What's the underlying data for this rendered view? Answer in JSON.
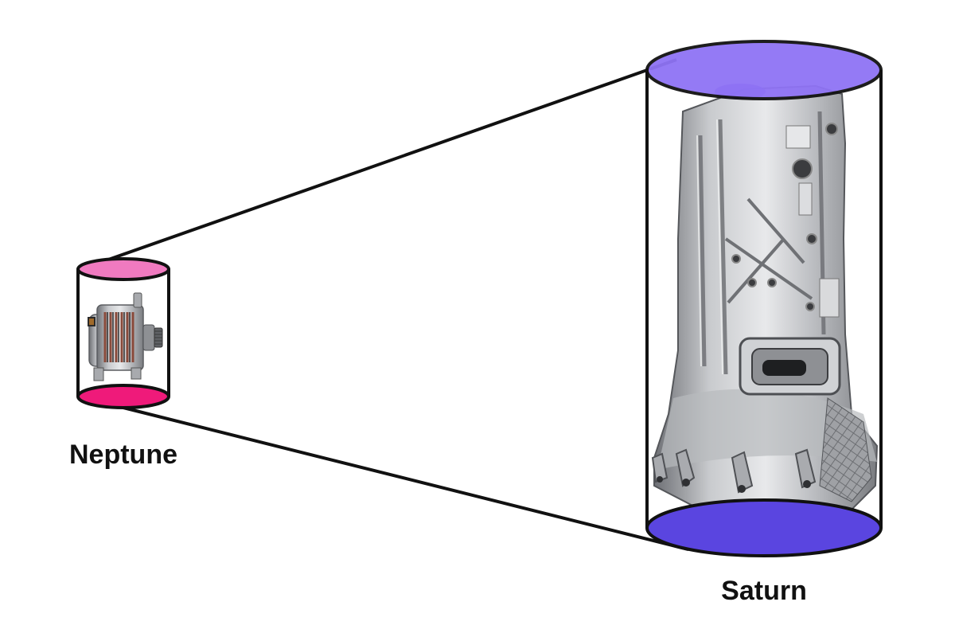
{
  "diagram": {
    "small_cylinder": {
      "label": "Neptune",
      "object": "alternator-image",
      "top_color": "#f07ac0",
      "bottom_color": "#ef1a7a"
    },
    "large_cylinder": {
      "label": "Saturn",
      "object": "transmission-housing-image",
      "top_color": "#8f73f5",
      "bottom_color": "#5a45e0"
    },
    "outline_color": "#111111"
  }
}
